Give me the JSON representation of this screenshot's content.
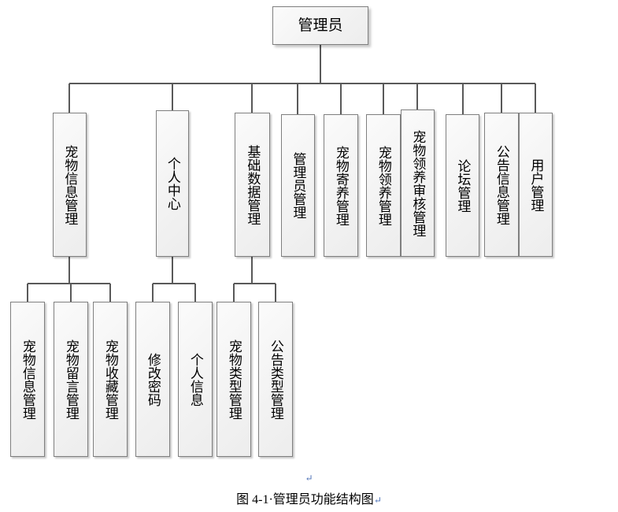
{
  "diagram": {
    "title_text": "图 4-1",
    "caption_separator": "·",
    "caption_text": "管理员功能结构图",
    "caption_pilcrow": "↵",
    "top_pilcrow": "↵",
    "colors": {
      "node_fill": "#f2f2f2",
      "node_border": "#7f7f7f",
      "connector": "#595959",
      "text": "#000000",
      "background": "#ffffff"
    },
    "root": {
      "label": "管理员"
    },
    "level2": [
      {
        "label": "宠物信息管理"
      },
      {
        "label": "个人中心"
      },
      {
        "label": "基础数据管理"
      },
      {
        "label": "管理员管理"
      },
      {
        "label": "宠物寄养管理"
      },
      {
        "label": "宠物领养管理"
      },
      {
        "label": "宠物领养审核管理"
      },
      {
        "label": "论坛管理"
      },
      {
        "label": "公告信息管理"
      },
      {
        "label": "用户管理"
      }
    ],
    "level3": [
      {
        "label": "宠物信息管理",
        "parent": "宠物信息管理"
      },
      {
        "label": "宠物留言管理",
        "parent": "宠物信息管理"
      },
      {
        "label": "宠物收藏管理",
        "parent": "宠物信息管理"
      },
      {
        "label": "修改密码",
        "parent": "个人中心"
      },
      {
        "label": "个人信息",
        "parent": "个人中心"
      },
      {
        "label": "宠物类型管理",
        "parent": "基础数据管理"
      },
      {
        "label": "公告类型管理",
        "parent": "基础数据管理"
      }
    ]
  }
}
